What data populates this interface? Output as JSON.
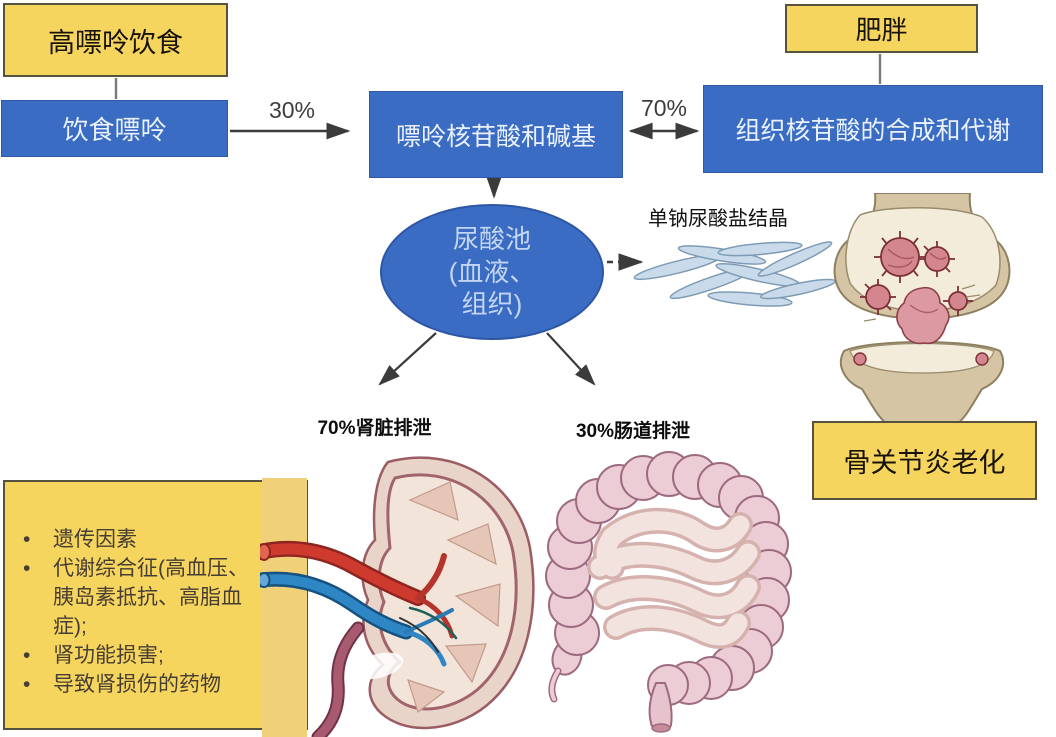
{
  "diagram": {
    "nodes": {
      "high_purine_diet": "高嘌呤饮食",
      "dietary_purine": "饮食嘌呤",
      "purine_nucleotides_bases": "嘌呤核苷酸和碱基",
      "obesity": "肥胖",
      "tissue_nucleotide_synthesis": "组织核苷酸的合成和代谢",
      "osteoarthritis_aging": "骨关节炎老化"
    },
    "uric_acid_pool": {
      "line1": "尿酸池",
      "line2": "(血液、",
      "line3": "组织)"
    },
    "flow_labels": {
      "diet_absorption_pct": "30%",
      "tissue_contribution_pct": "70%",
      "msu_crystals": "单钠尿酸盐结晶",
      "kidney_excretion": "70%肾脏排泄",
      "intestine_excretion": "30%肠道排泄"
    },
    "risk_factors": [
      "遗传因素",
      "代谢综合征(高血压、胰岛素抵抗、高脂血症);",
      "肾功能损害;",
      "导致肾损伤的药物"
    ],
    "colors": {
      "box_yellow": "#f6d55f",
      "box_blue": "#3a6cc4",
      "arrow": "#3b3b3b",
      "crystal_blue": "#c9dbeb",
      "bone_tan": "#d6c5a4",
      "tophi_red": "#d4868e",
      "kidney_pink": "#e9d4c9",
      "intestine_pink": "#eccdd6"
    }
  }
}
